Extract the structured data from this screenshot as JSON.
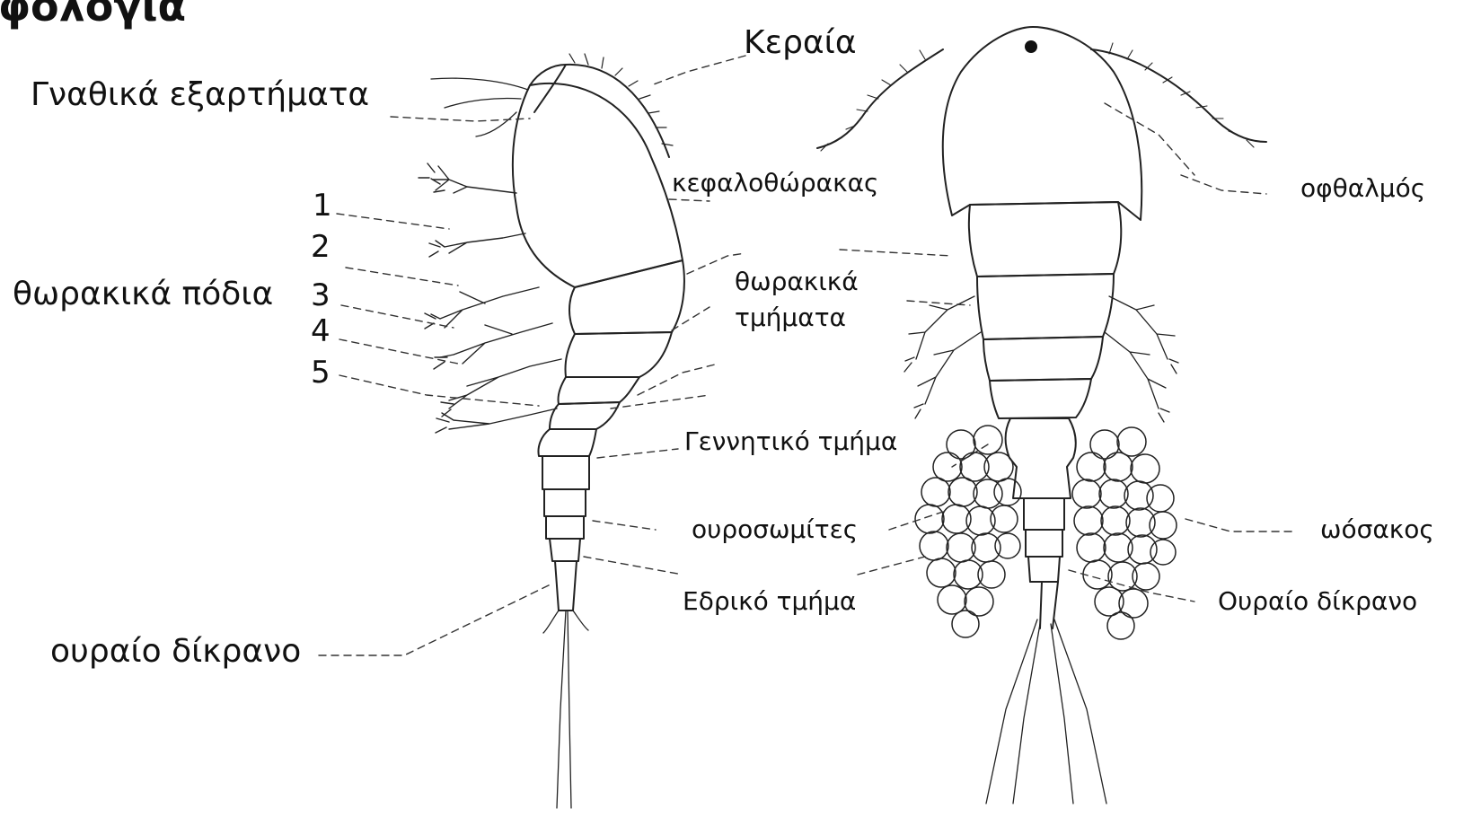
{
  "title": "φολογία",
  "labels": {
    "keraia": "Κεραία",
    "gnathika": "Γναθικά εξαρτήματα",
    "kefalothorakas": "κεφαλοθώρακας",
    "ofthalmos": "οφθαλμός",
    "thorakika_podia": "θωρακικά πόδια",
    "thorakika_tmimata_1": "θωρακικά",
    "thorakika_tmimata_2": "τμήματα",
    "gennitiko": "Γεννητικό τμήμα",
    "ourosomites": "ουροσωμίτες",
    "osakos": "ωόσακος",
    "edriko": "Εδρικό τμήμα",
    "ouraio_dikrano_right": "Ουραίο δίκρανο",
    "ouraio_dikrano_left": "ουραίο δίκρανο"
  },
  "leg_numbers": [
    "1",
    "2",
    "3",
    "4",
    "5"
  ]
}
